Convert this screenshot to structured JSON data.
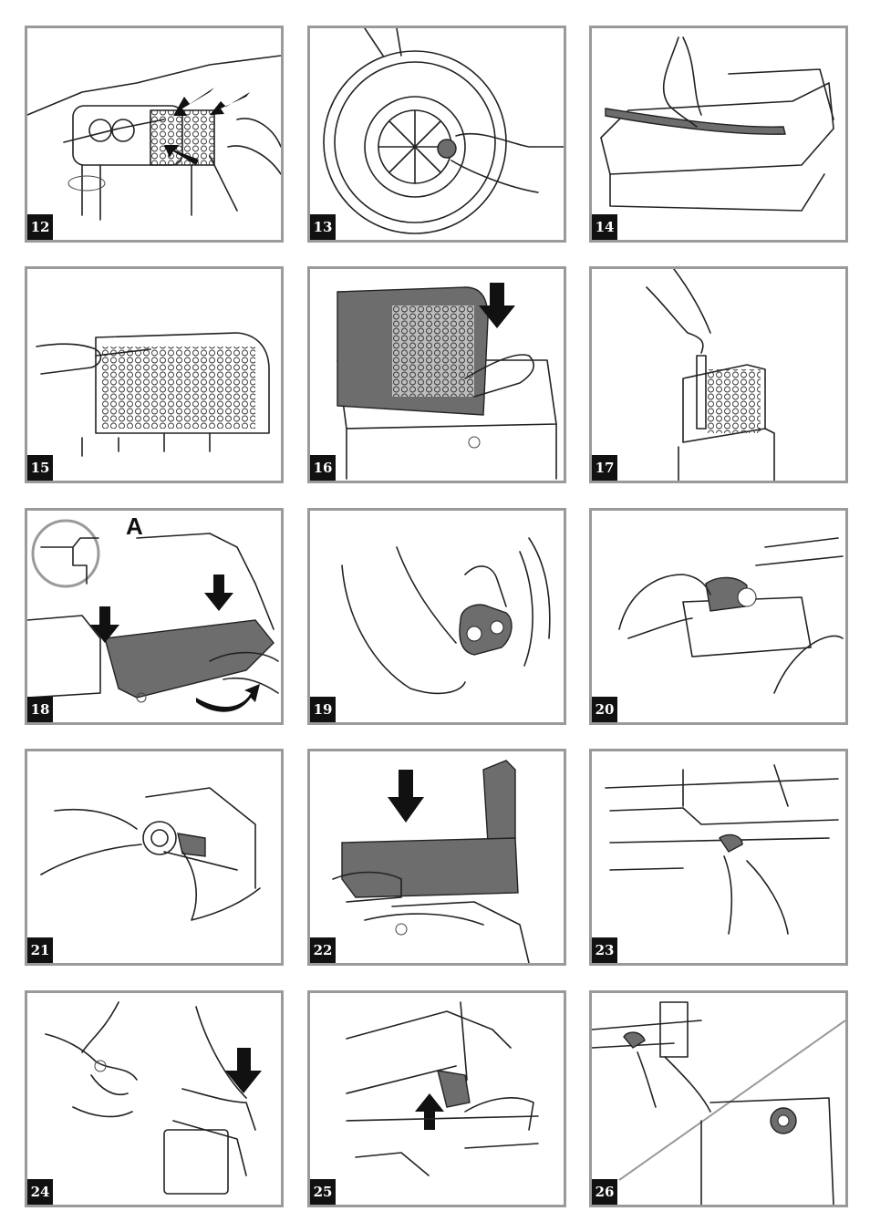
{
  "panels": [
    {
      "id": "12"
    },
    {
      "id": "13"
    },
    {
      "id": "14"
    },
    {
      "id": "15"
    },
    {
      "id": "16"
    },
    {
      "id": "17"
    },
    {
      "id": "18",
      "callout": "A"
    },
    {
      "id": "19"
    },
    {
      "id": "20"
    },
    {
      "id": "21"
    },
    {
      "id": "22"
    },
    {
      "id": "23"
    },
    {
      "id": "24"
    },
    {
      "id": "25"
    },
    {
      "id": "26"
    }
  ],
  "colors": {
    "border": "#9a9a9a",
    "label_bg": "#111111",
    "part_grey": "#6d6d6d"
  }
}
